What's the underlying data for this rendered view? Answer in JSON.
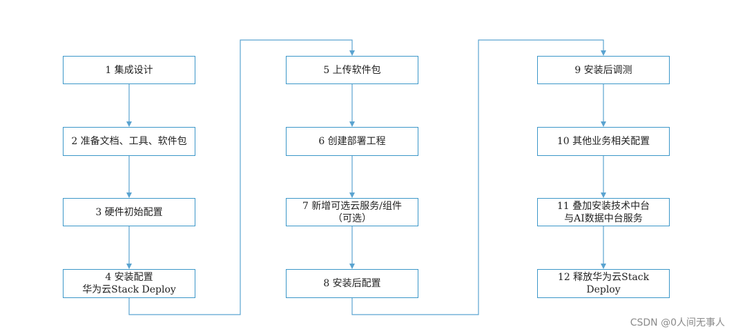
{
  "colors": {
    "border": "#3a96c8",
    "connector": "#5aa3d0",
    "text": "#222222"
  },
  "steps": [
    {
      "label": "1 集成设计"
    },
    {
      "label": "2 准备文档、工具、软件包"
    },
    {
      "label": "3 硬件初始配置"
    },
    {
      "label": "4 安装配置\n华为云Stack Deploy"
    },
    {
      "label": "5 上传软件包"
    },
    {
      "label": "6 创建部署工程"
    },
    {
      "label": "7 新增可选云服务/组件\n（可选）"
    },
    {
      "label": "8 安装后配置"
    },
    {
      "label": "9 安装后调测"
    },
    {
      "label": "10 其他业务相关配置"
    },
    {
      "label": "11 叠加安装技术中台\n与AI数据中台服务"
    },
    {
      "label": "12 释放华为云Stack\nDeploy"
    }
  ],
  "watermark": "CSDN @0人间无事人"
}
